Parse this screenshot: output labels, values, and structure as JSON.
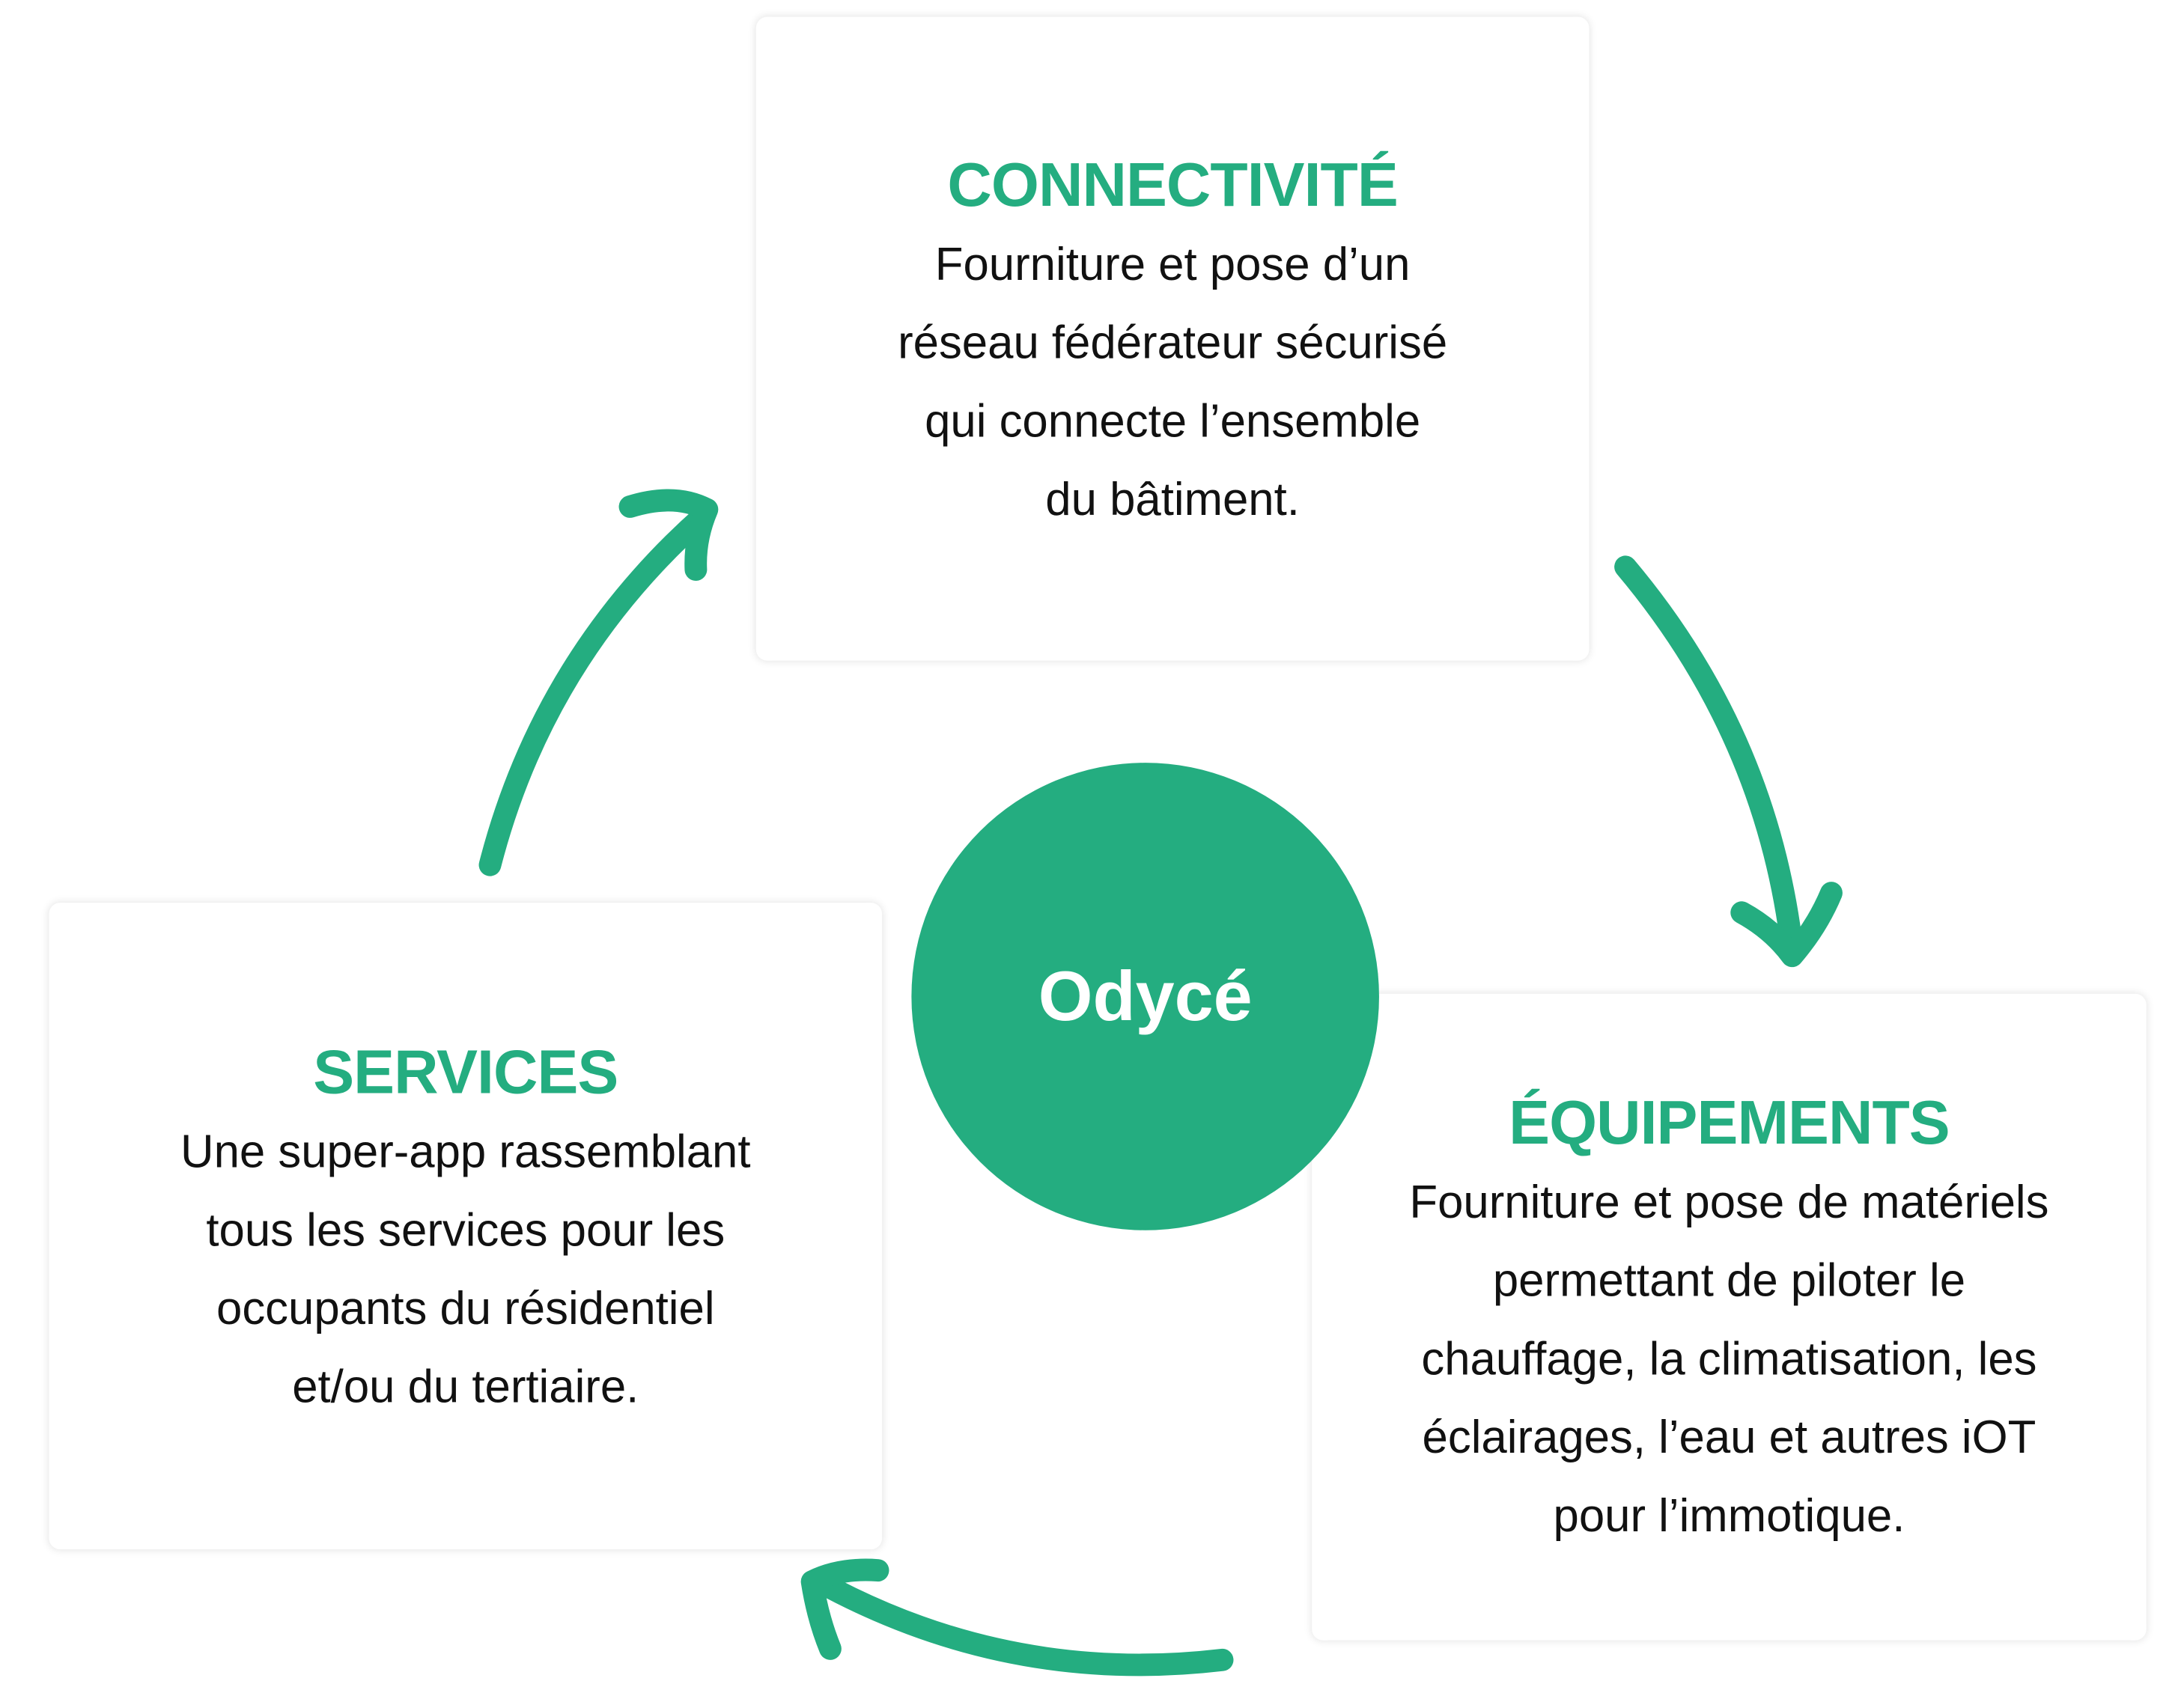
{
  "center": {
    "label": "Odycé"
  },
  "colors": {
    "accent": "#24ad80"
  },
  "cards": {
    "connectivite": {
      "title": "CONNECTIVITÉ",
      "lines": [
        "Fourniture et pose d’un",
        "réseau fédérateur sécurisé",
        "qui connecte l’ensemble",
        "du bâtiment."
      ]
    },
    "services": {
      "title": "SERVICES",
      "lines": [
        "Une super-app rassemblant",
        "tous les services pour les",
        "occupants du résidentiel",
        "et/ou du tertiaire."
      ]
    },
    "equipements": {
      "title": "ÉQUIPEMENTS",
      "lines": [
        "Fourniture et pose de matériels",
        "permettant de piloter le",
        "chauffage, la climatisation, les",
        "éclairages, l’eau et autres iOT",
        "pour l’immotique."
      ]
    }
  }
}
